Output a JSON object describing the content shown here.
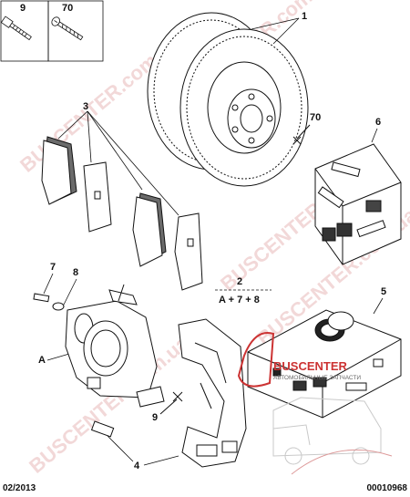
{
  "callouts": {
    "c1": "1",
    "c2": "2",
    "c3": "3",
    "c4": "4",
    "c5": "5",
    "c6": "6",
    "c7": "7",
    "c8": "8",
    "c9_top": "9",
    "c9_mid": "9",
    "c70_top": "70",
    "c70_mid": "70",
    "cA": "A",
    "formula": "A + 7 + 8"
  },
  "watermark": {
    "text_1": "BUSCENTER.com.ua",
    "text_2": "BUSCENTER.com.ua",
    "text_3": "BUSCENTER.com.ua",
    "text_4": "BUSCENTER.com.ua",
    "text_5": "BUSCENTER.com.ua"
  },
  "brand": {
    "name": "BUSCENTER",
    "tagline": "АВТОМОБИЛЬНЫЕ ЗАПЧАСТИ"
  },
  "footer": {
    "date": "02/2013",
    "code": "00010968"
  },
  "colors": {
    "line": "#111111",
    "watermark": "#e8b9b9",
    "brand": "#cc3333"
  }
}
